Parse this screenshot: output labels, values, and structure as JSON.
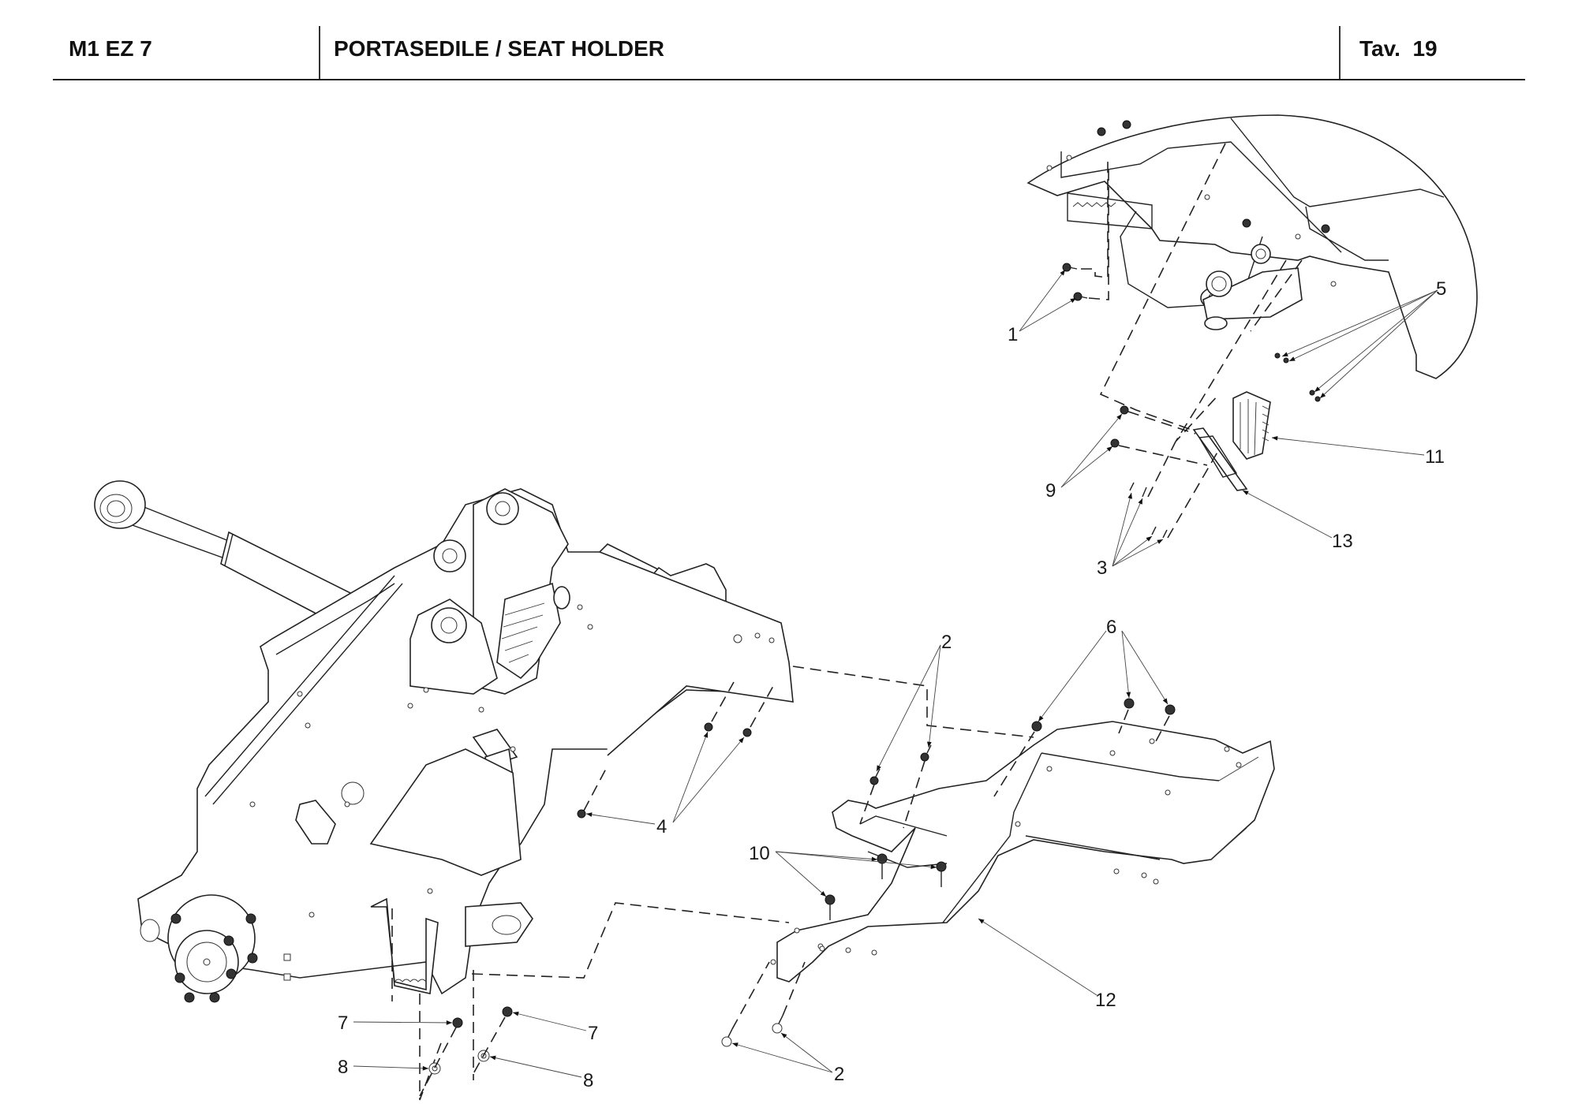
{
  "header": {
    "model_code": "M1 EZ 7",
    "title": "PORTASEDILE / SEAT HOLDER",
    "table_label": "Tav.",
    "table_number": "19"
  },
  "callouts": [
    {
      "id": "callout-1",
      "label": "1",
      "targets": 2
    },
    {
      "id": "callout-5",
      "label": "5",
      "targets": 4
    },
    {
      "id": "callout-11",
      "label": "11",
      "targets": 1
    },
    {
      "id": "callout-9",
      "label": "9",
      "targets": 2
    },
    {
      "id": "callout-13",
      "label": "13",
      "targets": 1
    },
    {
      "id": "callout-3",
      "label": "3",
      "targets": 4
    },
    {
      "id": "callout-2-upper",
      "label": "2",
      "targets": 2
    },
    {
      "id": "callout-6",
      "label": "6",
      "targets": 3
    },
    {
      "id": "callout-4",
      "label": "4",
      "targets": 3
    },
    {
      "id": "callout-10",
      "label": "10",
      "targets": 3
    },
    {
      "id": "callout-12",
      "label": "12",
      "targets": 1
    },
    {
      "id": "callout-7-left",
      "label": "7",
      "targets": 1
    },
    {
      "id": "callout-7-right",
      "label": "7",
      "targets": 1
    },
    {
      "id": "callout-8-left",
      "label": "8",
      "targets": 1
    },
    {
      "id": "callout-8-right",
      "label": "8",
      "targets": 1
    },
    {
      "id": "callout-2-lower",
      "label": "2",
      "targets": 2
    }
  ],
  "parts": {
    "main_frame": "seat support frame with hydraulic cylinder",
    "seat_holder": "seat holder plate (12)",
    "upper_detail": "fender / mudguard inset with connector block"
  }
}
